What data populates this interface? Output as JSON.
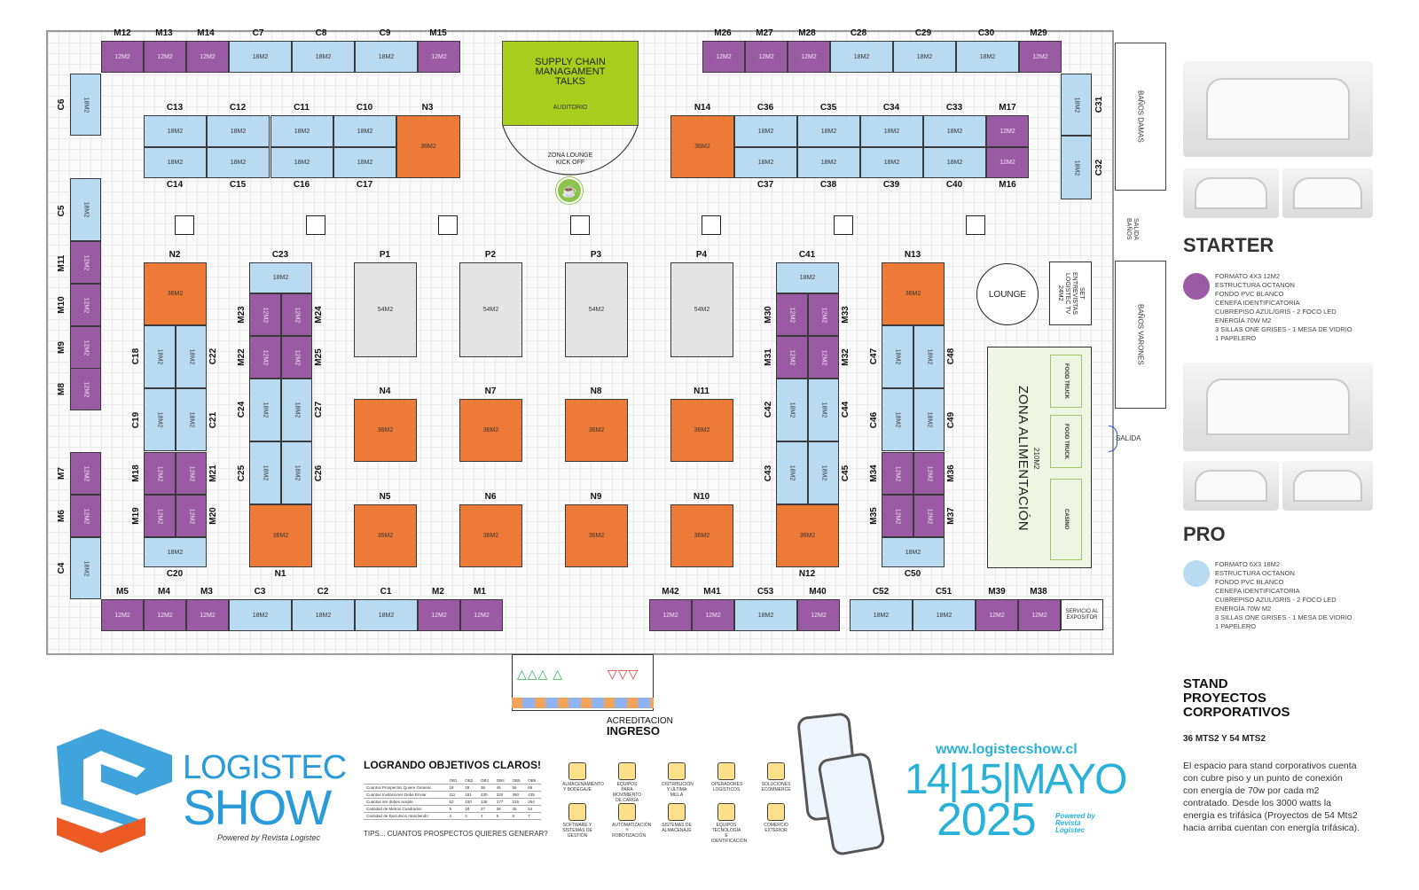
{
  "colors": {
    "starter": "#9b5aa4",
    "pro": "#b9dbf2",
    "corporate": "#ee7a38",
    "island": "#e4e4e4",
    "auditorio": "#a9cd1c",
    "zona": "#eef5e2"
  },
  "booths": [
    {
      "id": "M12",
      "size": "12M2",
      "type": "starter"
    },
    {
      "id": "M13",
      "size": "12M2",
      "type": "starter"
    },
    {
      "id": "M14",
      "size": "12M2",
      "type": "starter"
    },
    {
      "id": "C7",
      "size": "18M2",
      "type": "pro"
    },
    {
      "id": "C8",
      "size": "18M2",
      "type": "pro"
    },
    {
      "id": "C9",
      "size": "18M2",
      "type": "pro"
    },
    {
      "id": "M15",
      "size": "12M2",
      "type": "starter"
    },
    {
      "id": "M26",
      "size": "12M2",
      "type": "starter"
    },
    {
      "id": "M27",
      "size": "12M2",
      "type": "starter"
    },
    {
      "id": "M28",
      "size": "12M2",
      "type": "starter"
    },
    {
      "id": "C28",
      "size": "18M2",
      "type": "pro"
    },
    {
      "id": "C29",
      "size": "18M2",
      "type": "pro"
    },
    {
      "id": "C30",
      "size": "18M2",
      "type": "pro"
    },
    {
      "id": "M29",
      "size": "12M2",
      "type": "starter"
    },
    {
      "id": "C6",
      "size": "18M2",
      "type": "pro"
    },
    {
      "id": "C5",
      "size": "18M2",
      "type": "pro"
    },
    {
      "id": "M11",
      "size": "12M2",
      "type": "starter"
    },
    {
      "id": "M10",
      "size": "12M2",
      "type": "starter"
    },
    {
      "id": "M9",
      "size": "12M2",
      "type": "starter"
    },
    {
      "id": "M8",
      "size": "12M2",
      "type": "starter"
    },
    {
      "id": "M7",
      "size": "12M2",
      "type": "starter"
    },
    {
      "id": "M6",
      "size": "12M2",
      "type": "starter"
    },
    {
      "id": "C4",
      "size": "18M2",
      "type": "pro"
    },
    {
      "id": "C13",
      "size": "18M2",
      "type": "pro"
    },
    {
      "id": "C12",
      "size": "18M2",
      "type": "pro"
    },
    {
      "id": "C11",
      "size": "18M2",
      "type": "pro"
    },
    {
      "id": "C10",
      "size": "18M2",
      "type": "pro"
    },
    {
      "id": "C14",
      "size": "18M2",
      "type": "pro"
    },
    {
      "id": "C15",
      "size": "18M2",
      "type": "pro"
    },
    {
      "id": "C16",
      "size": "18M2",
      "type": "pro"
    },
    {
      "id": "C17",
      "size": "18M2",
      "type": "pro"
    },
    {
      "id": "N3",
      "size": "36M2",
      "type": "corporate"
    },
    {
      "id": "N14",
      "size": "36M2",
      "type": "corporate"
    },
    {
      "id": "C36",
      "size": "18M2",
      "type": "pro"
    },
    {
      "id": "C35",
      "size": "18M2",
      "type": "pro"
    },
    {
      "id": "C34",
      "size": "18M2",
      "type": "pro"
    },
    {
      "id": "C33",
      "size": "18M2",
      "type": "pro"
    },
    {
      "id": "C37",
      "size": "18M2",
      "type": "pro"
    },
    {
      "id": "C38",
      "size": "18M2",
      "type": "pro"
    },
    {
      "id": "C39",
      "size": "18M2",
      "type": "pro"
    },
    {
      "id": "C40",
      "size": "18M2",
      "type": "pro"
    },
    {
      "id": "M17",
      "size": "12M2",
      "type": "starter"
    },
    {
      "id": "M16",
      "size": "12M2",
      "type": "starter"
    },
    {
      "id": "C31",
      "size": "18M2",
      "type": "pro"
    },
    {
      "id": "C32",
      "size": "18M2",
      "type": "pro"
    },
    {
      "id": "N2",
      "size": "36M2",
      "type": "corporate"
    },
    {
      "id": "C18",
      "size": "18M2",
      "type": "pro"
    },
    {
      "id": "C22",
      "size": "18M2",
      "type": "pro"
    },
    {
      "id": "C19",
      "size": "18M2",
      "type": "pro"
    },
    {
      "id": "C21",
      "size": "18M2",
      "type": "pro"
    },
    {
      "id": "M18",
      "size": "12M2",
      "type": "starter"
    },
    {
      "id": "M21",
      "size": "12M2",
      "type": "starter"
    },
    {
      "id": "M19",
      "size": "12M2",
      "type": "starter"
    },
    {
      "id": "M20",
      "size": "12M2",
      "type": "starter"
    },
    {
      "id": "C20",
      "size": "18M2",
      "type": "pro"
    },
    {
      "id": "C23",
      "size": "18M2",
      "type": "pro"
    },
    {
      "id": "M23",
      "size": "12M2",
      "type": "starter"
    },
    {
      "id": "M24",
      "size": "12M2",
      "type": "starter"
    },
    {
      "id": "M22",
      "size": "12M2",
      "type": "starter"
    },
    {
      "id": "M25",
      "size": "12M2",
      "type": "starter"
    },
    {
      "id": "C24",
      "size": "18M2",
      "type": "pro"
    },
    {
      "id": "C27",
      "size": "18M2",
      "type": "pro"
    },
    {
      "id": "C25",
      "size": "18M2",
      "type": "pro"
    },
    {
      "id": "C26",
      "size": "18M2",
      "type": "pro"
    },
    {
      "id": "N1",
      "size": "36M2",
      "type": "corporate"
    },
    {
      "id": "P1",
      "size": "54M2",
      "type": "island"
    },
    {
      "id": "P2",
      "size": "54M2",
      "type": "island"
    },
    {
      "id": "P3",
      "size": "54M2",
      "type": "island"
    },
    {
      "id": "P4",
      "size": "54M2",
      "type": "island"
    },
    {
      "id": "N4",
      "size": "36M2",
      "type": "corporate"
    },
    {
      "id": "N7",
      "size": "36M2",
      "type": "corporate"
    },
    {
      "id": "N8",
      "size": "36M2",
      "type": "corporate"
    },
    {
      "id": "N11",
      "size": "36M2",
      "type": "corporate"
    },
    {
      "id": "N5",
      "size": "36M2",
      "type": "corporate"
    },
    {
      "id": "N6",
      "size": "36M2",
      "type": "corporate"
    },
    {
      "id": "N9",
      "size": "36M2",
      "type": "corporate"
    },
    {
      "id": "N10",
      "size": "36M2",
      "type": "corporate"
    },
    {
      "id": "C41",
      "size": "18M2",
      "type": "pro"
    },
    {
      "id": "M30",
      "size": "12M2",
      "type": "starter"
    },
    {
      "id": "M33",
      "size": "12M2",
      "type": "starter"
    },
    {
      "id": "M31",
      "size": "12M2",
      "type": "starter"
    },
    {
      "id": "M32",
      "size": "12M2",
      "type": "starter"
    },
    {
      "id": "C42",
      "size": "18M2",
      "type": "pro"
    },
    {
      "id": "C44",
      "size": "18M2",
      "type": "pro"
    },
    {
      "id": "C43",
      "size": "18M2",
      "type": "pro"
    },
    {
      "id": "C45",
      "size": "18M2",
      "type": "pro"
    },
    {
      "id": "N12",
      "size": "36M2",
      "type": "corporate"
    },
    {
      "id": "N13",
      "size": "36M2",
      "type": "corporate"
    },
    {
      "id": "C47",
      "size": "18M2",
      "type": "pro"
    },
    {
      "id": "C48",
      "size": "18M2",
      "type": "pro"
    },
    {
      "id": "C46",
      "size": "18M2",
      "type": "pro"
    },
    {
      "id": "C49",
      "size": "18M2",
      "type": "pro"
    },
    {
      "id": "M34",
      "size": "12M2",
      "type": "starter"
    },
    {
      "id": "M36",
      "size": "12M2",
      "type": "starter"
    },
    {
      "id": "M35",
      "size": "12M2",
      "type": "starter"
    },
    {
      "id": "M37",
      "size": "12M2",
      "type": "starter"
    },
    {
      "id": "C50",
      "size": "18M2",
      "type": "pro"
    },
    {
      "id": "M5",
      "size": "12M2",
      "type": "starter"
    },
    {
      "id": "M4",
      "size": "12M2",
      "type": "starter"
    },
    {
      "id": "M3",
      "size": "12M2",
      "type": "starter"
    },
    {
      "id": "C3",
      "size": "18M2",
      "type": "pro"
    },
    {
      "id": "C2",
      "size": "18M2",
      "type": "pro"
    },
    {
      "id": "C1",
      "size": "18M2",
      "type": "pro"
    },
    {
      "id": "M2",
      "size": "12M2",
      "type": "starter"
    },
    {
      "id": "M1",
      "size": "12M2",
      "type": "starter"
    },
    {
      "id": "M42",
      "size": "12M2",
      "type": "starter"
    },
    {
      "id": "M41",
      "size": "12M2",
      "type": "starter"
    },
    {
      "id": "C53",
      "size": "18M2",
      "type": "pro"
    },
    {
      "id": "M40",
      "size": "12M2",
      "type": "starter"
    },
    {
      "id": "C52",
      "size": "18M2",
      "type": "pro"
    },
    {
      "id": "C51",
      "size": "18M2",
      "type": "pro"
    },
    {
      "id": "M39",
      "size": "12M2",
      "type": "starter"
    },
    {
      "id": "M38",
      "size": "12M2",
      "type": "starter"
    }
  ],
  "venue": {
    "auditorio_title": "SUPPLY CHAIN\nMANAGAMENT\nTALKS",
    "auditorio_label": "AUDITORIO",
    "lounge_zone": "ZONA LOUNGE\nKICK OFF",
    "lounge": "LOUNGE",
    "set": "SET\nENTREVISTAS\nLOGISTEC TV\n24M2",
    "banos_damas": "BAÑOS DAMAS",
    "banos_varones": "BAÑOS VARONES",
    "salida_banos": "SALIDA\nBAÑOS",
    "salida": "SALIDA",
    "zona_title": "ZONA ALIMENTACIÓN",
    "zona_size": "210M2",
    "food1": "FOOD TRUCK",
    "food2": "FOOD TRUCK",
    "casino": "CASINO",
    "servicio": "SERVICIO AL\nEXPOSITOR",
    "acreditacion": "ACREDITACION",
    "ingreso": "INGRESO"
  },
  "legend": {
    "starter_title": "STARTER",
    "starter_lines": [
      "FORMATO 4X3 12M2",
      "ESTRUCTURA OCTANON",
      "FONDO PVC BLANCO",
      "CENEFA IDENTIFICATORIA",
      "CUBREPISO AZUL/GRIS - 2 FOCO LED",
      "ENERGÍA 70W M2",
      "3 SILLAS ONE GRISES - 1 MESA DE VIDRIO",
      "1 PAPELERO"
    ],
    "pro_title": "PRO",
    "pro_lines": [
      "FORMATO 6X3 18M2",
      "ESTRUCTURA OCTANON",
      "FONDO PVC BLANCO",
      "CENEFA IDENTIFICATORIA",
      "CUBREPISO AZUL/GRIS - 2 FOCO LED",
      "ENERGÍA 70W M2",
      "3 SILLAS ONE GRISES - 1 MESA DE VIDRIO",
      "1 PAPELERO"
    ],
    "corp_title_lines": [
      "STAND",
      "PROYECTOS",
      "CORPORATIVOS"
    ],
    "corp_sub": "36 MTS2 Y 54 MTS2",
    "corp_desc_lines": [
      "El espacio para stand corporativos cuenta",
      "con cubre piso y un punto de conexión",
      "con energía de 70w por cada m2",
      "contratado. Desde los 3000 watts la",
      "energía es trifásica (Proyectos de 54 Mts2",
      "hacia arriba cuentan con energía trifásica)."
    ]
  },
  "brand": {
    "logo_top": "LOGISTEC",
    "logo_bottom": "SHOW",
    "powered": "Powered by Revista Logistec",
    "objectives_title": "LOGRANDO OBJETIVOS CLAROS!",
    "tips": "TIPS... CUANTOS PROSPECTOS QUIERES GENERAR?",
    "url": "www.logistecshow.cl",
    "date_days": "14|15|MAYO",
    "date_year": "2025",
    "powered_small": "Powered by\nRevista\nLogistec"
  },
  "stats": {
    "headers": [
      "",
      "OB1",
      "OB2",
      "OB3",
      "OB4",
      "OB5",
      "OB6"
    ],
    "rows": [
      [
        "Cuantos Prospectos Quiere Generar",
        "18",
        "28",
        "36",
        "46",
        "56",
        "66"
      ],
      [
        "Cuantas Invitaciones Debe Enviar",
        "111",
        "181",
        "230",
        "320",
        "390",
        "435"
      ],
      [
        "Cuantas are debes acepte",
        "62",
        "100",
        "138",
        "177",
        "215",
        "254"
      ],
      [
        "Cantidad de Metros Cuadrados",
        "9",
        "18",
        "27",
        "36",
        "45",
        "54"
      ],
      [
        "Cantidad de Ejecutivos Atendiendo",
        "2",
        "3",
        "4",
        "5",
        "6",
        "7"
      ]
    ]
  },
  "categories": [
    {
      "label": "ALMACENAMIENTO Y BODEGAJE"
    },
    {
      "label": "EQUIPOS PARA MOVIMIENTO DE CARGA"
    },
    {
      "label": "DISTRIBUCIÓN Y ÚLTIMA MILLA"
    },
    {
      "label": "OPERADORES LOGÍSTICOS"
    },
    {
      "label": "SOLUCIONES ECOMMERCE"
    },
    {
      "label": "SOFTWARE Y SISTEMAS DE GESTIÓN"
    },
    {
      "label": "AUTOMATIZACIÓN Y ROBOTIZACIÓN"
    },
    {
      "label": "SISTEMAS DE ALMACENAJE"
    },
    {
      "label": "EQUIPOS TECNOLOGÍA E IDENTIFICACIÓN"
    },
    {
      "label": "COMERCIO EXTERIOR"
    }
  ]
}
